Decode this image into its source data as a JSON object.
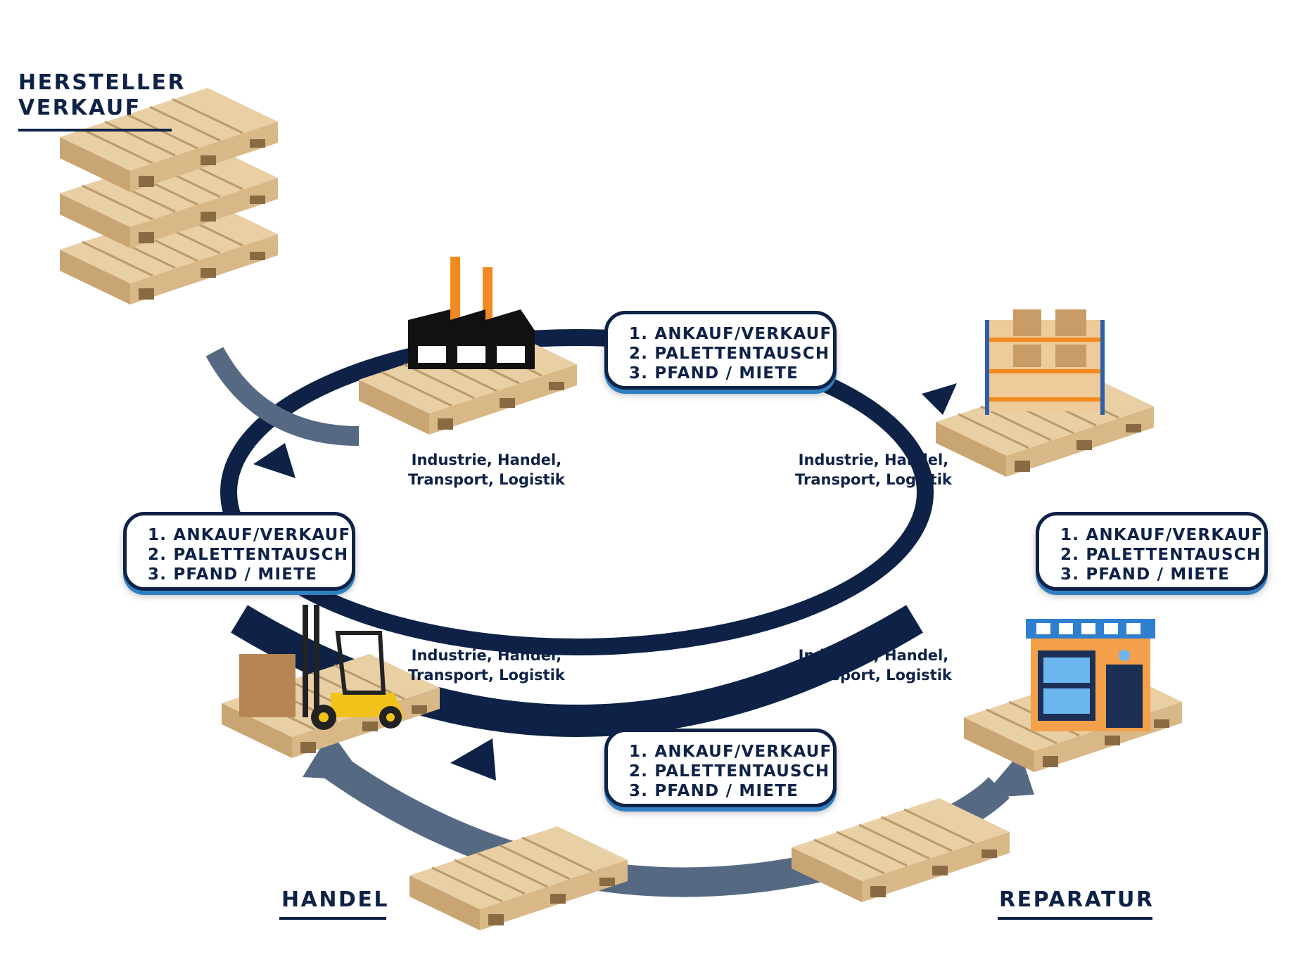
{
  "headings": {
    "hersteller_verkauf": [
      "HERSTELLER",
      "VERKAUF"
    ],
    "handel": "HANDEL",
    "reparatur": "REPARATUR"
  },
  "options_box": {
    "line1": "1. ANKAUF/VERKAUF",
    "line2": "2. PALETTENTAUSCH",
    "line3": "3. PFAND / MIETE"
  },
  "sector_label": {
    "line1": "Industrie, Handel,",
    "line2": "Transport, Logistik"
  },
  "icons": {
    "factory": "factory-icon",
    "warehouse": "warehouse-shelf-icon",
    "forklift": "forklift-icon",
    "shop": "shop-icon",
    "pallet": "euro-pallet-icon"
  },
  "colors": {
    "navy": "#0e2247",
    "slate": "#566983",
    "wood": "#e4c79a",
    "orange": "#f28a1f",
    "box_shadow_blue": "#2f7fc1"
  }
}
